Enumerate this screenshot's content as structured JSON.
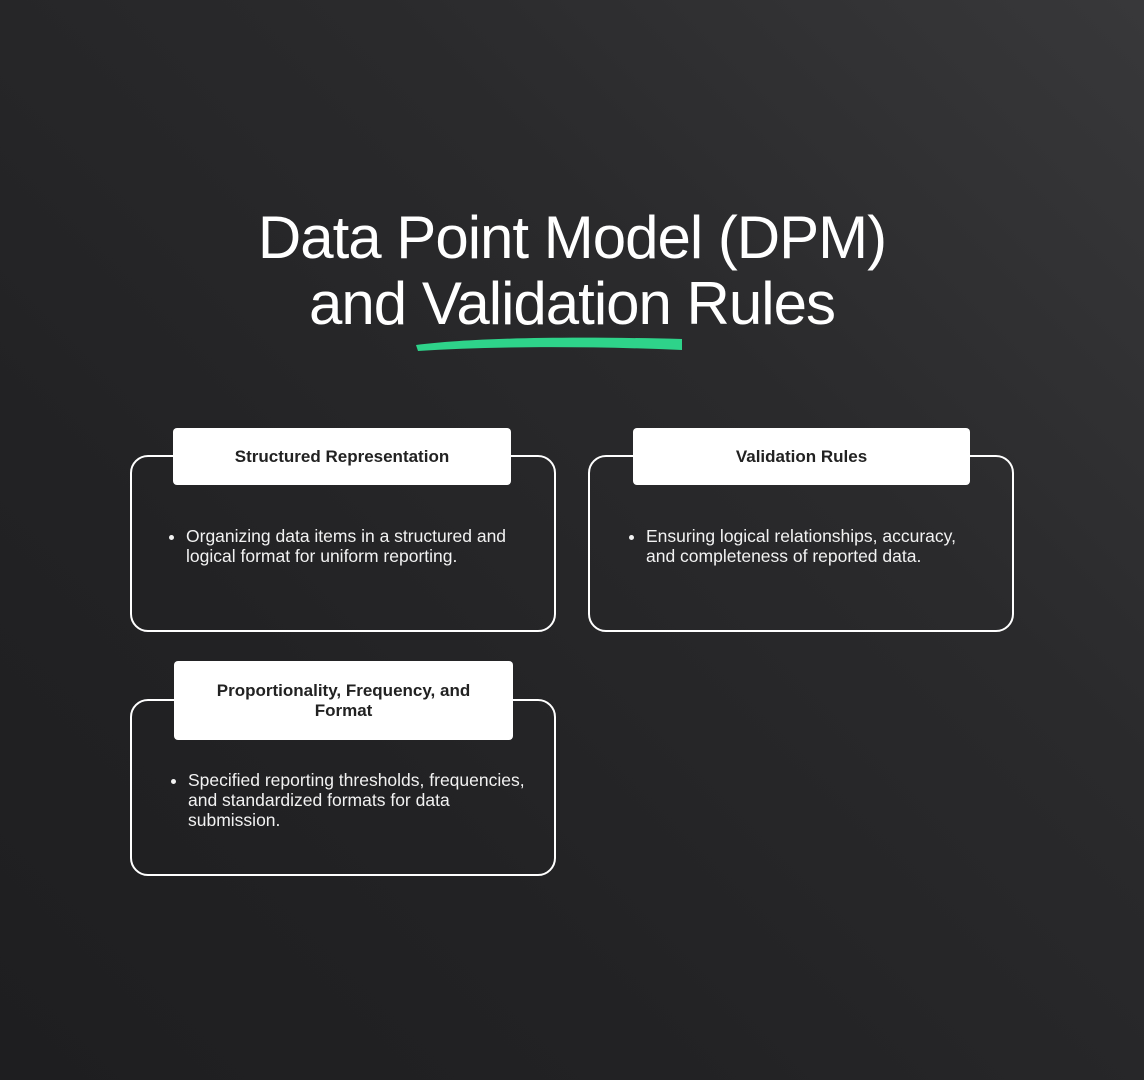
{
  "title": {
    "line1": "Data Point Model (DPM)",
    "line2_pre": "and ",
    "line2_highlight": "Validation",
    "line2_post": " Rules"
  },
  "accent_color": "#2ed38a",
  "cards": [
    {
      "heading": "Structured Representation",
      "bullet": "Organizing data items in a structured and logical format for uniform reporting."
    },
    {
      "heading": "Validation Rules",
      "bullet": "Ensuring logical relationships, accuracy, and completeness of reported data."
    },
    {
      "heading": "Proportionality, Frequency, and Format",
      "bullet": "Specified reporting thresholds, frequencies, and standardized formats for data submission."
    }
  ]
}
